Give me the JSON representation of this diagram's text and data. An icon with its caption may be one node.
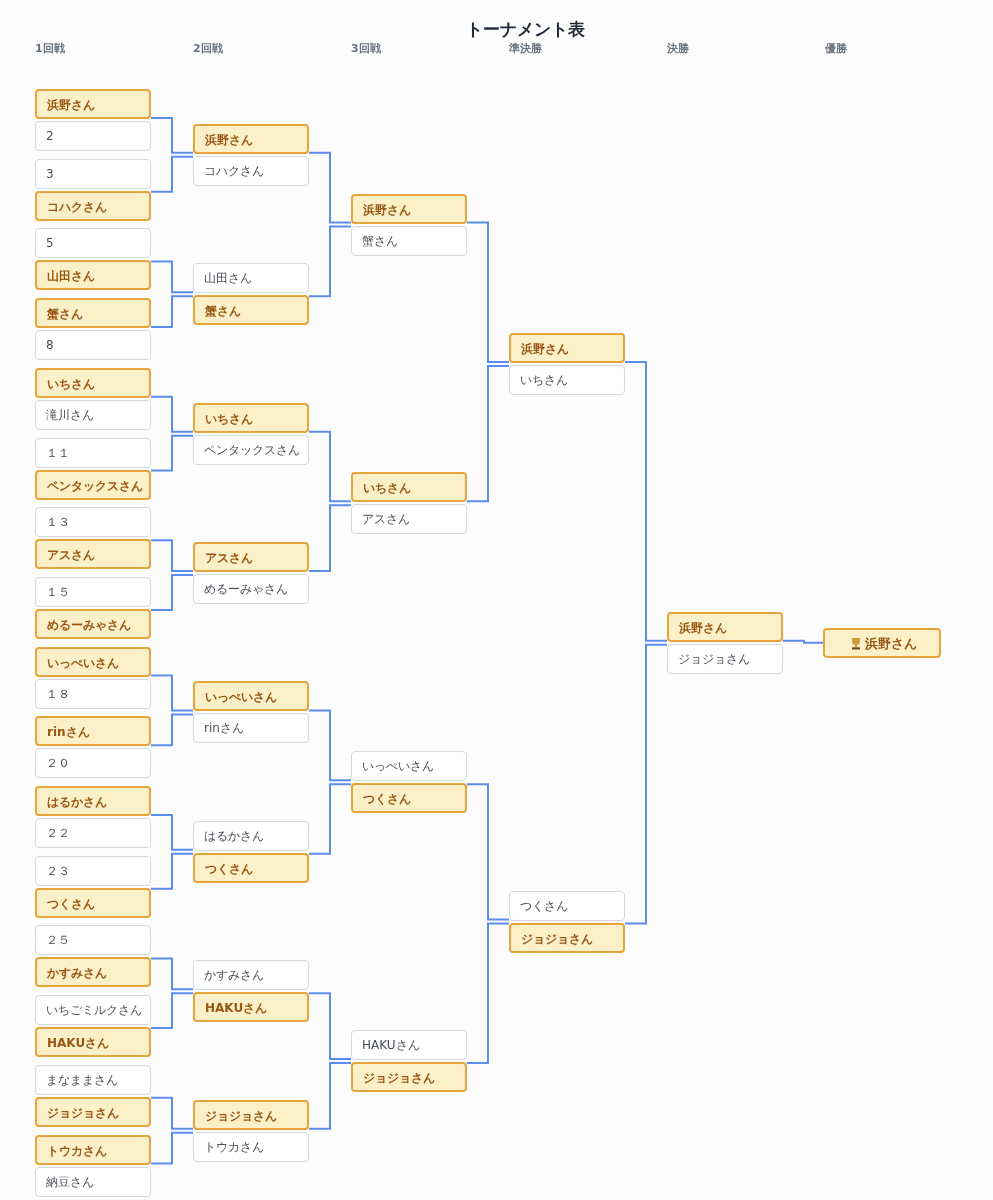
{
  "diagram": {
    "title": "トーナメント表",
    "labels": [
      "1回戦",
      "2回戦",
      "3回戦",
      "準決勝",
      "決勝",
      "優勝"
    ],
    "nodes": [
      {
        "text": [
          "浜野さん"
        ]
      },
      {
        "text": [
          "2"
        ]
      },
      {
        "text": [
          "3"
        ]
      },
      {
        "text": [
          "コハクさん"
        ]
      },
      {
        "text": [
          "5"
        ]
      },
      {
        "text": [
          "山田さん"
        ]
      },
      {
        "text": [
          "蟹さん"
        ]
      },
      {
        "text": [
          "8"
        ]
      },
      {
        "text": [
          "いちさん"
        ]
      },
      {
        "text": [
          "滝川さん"
        ]
      },
      {
        "text": [
          "１１"
        ]
      },
      {
        "text": [
          "ペンタックスさん"
        ]
      },
      {
        "text": [
          "１３"
        ]
      },
      {
        "text": [
          "アスさん"
        ]
      },
      {
        "text": [
          "１５"
        ]
      },
      {
        "text": [
          "めるーみゃさん"
        ]
      },
      {
        "text": [
          "いっぺいさん"
        ]
      },
      {
        "text": [
          "１８"
        ]
      },
      {
        "text": [
          "rinさん"
        ]
      },
      {
        "text": [
          "２０"
        ]
      },
      {
        "text": [
          "はるかさん"
        ]
      },
      {
        "text": [
          "２２"
        ]
      },
      {
        "text": [
          "２３"
        ]
      },
      {
        "text": [
          "つくさん"
        ]
      },
      {
        "text": [
          "２５"
        ]
      },
      {
        "text": [
          "かすみさん"
        ]
      },
      {
        "text": [
          "いちごミルクさん"
        ]
      },
      {
        "text": [
          "HAKUさん"
        ]
      },
      {
        "text": [
          "まなままさん"
        ]
      },
      {
        "text": [
          "ジョジョさん"
        ]
      },
      {
        "text": [
          "トウカさん"
        ]
      },
      {
        "text": [
          "納豆さん"
        ]
      },
      {
        "text": [
          "浜野さん"
        ]
      },
      {
        "text": [
          "コハクさん"
        ]
      },
      {
        "text": [
          "山田さん"
        ]
      },
      {
        "text": [
          "蟹さん"
        ]
      },
      {
        "text": [
          "いちさん"
        ]
      },
      {
        "text": [
          "ペンタックスさん"
        ]
      },
      {
        "text": [
          "アスさん"
        ]
      },
      {
        "text": [
          "めるーみゃさん"
        ]
      },
      {
        "text": [
          "いっぺいさん"
        ]
      },
      {
        "text": [
          "rinさん"
        ]
      },
      {
        "text": [
          "はるかさん"
        ]
      },
      {
        "text": [
          "つくさん"
        ]
      },
      {
        "text": [
          "かすみさん"
        ]
      },
      {
        "text": [
          "HAKUさん"
        ]
      },
      {
        "text": [
          "ジョジョさん"
        ]
      },
      {
        "text": [
          "トウカさん"
        ]
      },
      {
        "text": [
          "浜野さん"
        ]
      },
      {
        "text": [
          "蟹さん"
        ]
      },
      {
        "text": [
          "いちさん"
        ]
      },
      {
        "text": [
          "アスさん"
        ]
      },
      {
        "text": [
          "いっぺいさん"
        ]
      },
      {
        "text": [
          "つくさん"
        ]
      },
      {
        "text": [
          "HAKUさん"
        ]
      },
      {
        "text": [
          "ジョジョさん"
        ]
      },
      {
        "text": [
          "浜野さん"
        ]
      },
      {
        "text": [
          "いちさん"
        ]
      },
      {
        "text": [
          "つくさん"
        ]
      },
      {
        "text": [
          "ジョジョさん"
        ]
      },
      {
        "text": [
          "浜野さん"
        ]
      },
      {
        "text": [
          "ジョジョさん"
        ]
      },
      {
        "text": [
          "浜野さん"
        ]
      }
    ],
    "edges": [
      {
        "from": 0,
        "to": 32,
        "arrow": "none"
      },
      {
        "from": 3,
        "to": 33,
        "arrow": "none"
      },
      {
        "from": 5,
        "to": 34,
        "arrow": "none"
      },
      {
        "from": 6,
        "to": 35,
        "arrow": "none"
      },
      {
        "from": 8,
        "to": 36,
        "arrow": "none"
      },
      {
        "from": 11,
        "to": 37,
        "arrow": "none"
      },
      {
        "from": 13,
        "to": 38,
        "arrow": "none"
      },
      {
        "from": 15,
        "to": 39,
        "arrow": "none"
      },
      {
        "from": 16,
        "to": 40,
        "arrow": "none"
      },
      {
        "from": 18,
        "to": 41,
        "arrow": "none"
      },
      {
        "from": 20,
        "to": 42,
        "arrow": "none"
      },
      {
        "from": 23,
        "to": 43,
        "arrow": "none"
      },
      {
        "from": 25,
        "to": 44,
        "arrow": "none"
      },
      {
        "from": 27,
        "to": 45,
        "arrow": "none"
      },
      {
        "from": 29,
        "to": 46,
        "arrow": "none"
      },
      {
        "from": 30,
        "to": 47,
        "arrow": "none"
      },
      {
        "from": 32,
        "to": 48,
        "arrow": "none"
      },
      {
        "from": 35,
        "to": 49,
        "arrow": "none"
      },
      {
        "from": 36,
        "to": 50,
        "arrow": "none"
      },
      {
        "from": 38,
        "to": 51,
        "arrow": "none"
      },
      {
        "from": 40,
        "to": 52,
        "arrow": "none"
      },
      {
        "from": 43,
        "to": 53,
        "arrow": "none"
      },
      {
        "from": 45,
        "to": 54,
        "arrow": "none"
      },
      {
        "from": 46,
        "to": 55,
        "arrow": "none"
      },
      {
        "from": 48,
        "to": 56,
        "arrow": "none"
      },
      {
        "from": 50,
        "to": 57,
        "arrow": "none"
      },
      {
        "from": 53,
        "to": 58,
        "arrow": "none"
      },
      {
        "from": 55,
        "to": 59,
        "arrow": "none"
      },
      {
        "from": 56,
        "to": 60,
        "arrow": "none"
      },
      {
        "from": 59,
        "to": 61,
        "arrow": "none"
      },
      {
        "from": 60,
        "to": 62,
        "arrow": "none"
      }
    ]
  }
}
